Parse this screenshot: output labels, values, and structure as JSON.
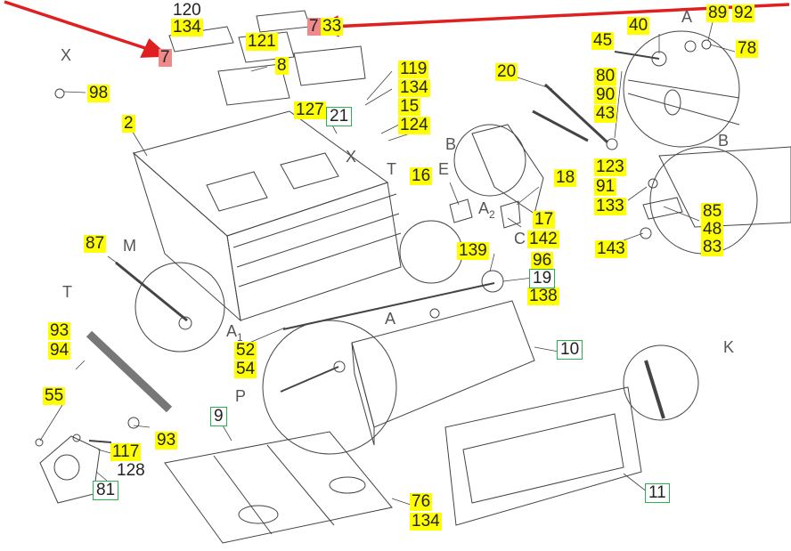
{
  "view_letters": {
    "X_top": "X",
    "A_top": "A",
    "B_right": "B",
    "B_mid": "B",
    "E": "E",
    "T_mid": "T",
    "X_mid": "X",
    "A2": "A",
    "A2_sub": "2",
    "C": "C",
    "M": "M",
    "T_left": "T",
    "A1": "A",
    "A1_sub": "1",
    "A_center": "A",
    "P": "P",
    "K": "K"
  },
  "plain_numbers": {
    "n120": "120",
    "n128": "128"
  },
  "yellow_labels": {
    "n134a": "134",
    "n33": "33",
    "n121": "121",
    "n8": "8",
    "n98": "98",
    "n2": "2",
    "n119": "119",
    "n134b": "134",
    "n15": "15",
    "n127": "127",
    "n124": "124",
    "n40": "40",
    "n89": "89",
    "n92": "92",
    "n45": "45",
    "n78": "78",
    "n20": "20",
    "n80": "80",
    "n90": "90",
    "n43": "43",
    "n123": "123",
    "n91": "91",
    "n133": "133",
    "n85": "85",
    "n48": "48",
    "n83": "83",
    "n16": "16",
    "n18": "18",
    "n17": "17",
    "n142": "142",
    "n139": "139",
    "n96": "96",
    "n143": "143",
    "n87": "87",
    "n138": "138",
    "n93a": "93",
    "n94": "94",
    "n52": "52",
    "n54": "54",
    "n55": "55",
    "n93b": "93",
    "n117": "117",
    "n76": "76",
    "n134c": "134"
  },
  "green_labels": {
    "n21": "21",
    "n19": "19",
    "n10": "10",
    "n9": "9",
    "n81": "81",
    "n11": "11"
  },
  "red_labels": {
    "n7a": "7",
    "n7b": "7"
  },
  "colors": {
    "highlight": "#ffff00",
    "frame": "#2bb24c",
    "arrow": "#e02020",
    "marker": "#f08a8a",
    "line": "#444444"
  }
}
